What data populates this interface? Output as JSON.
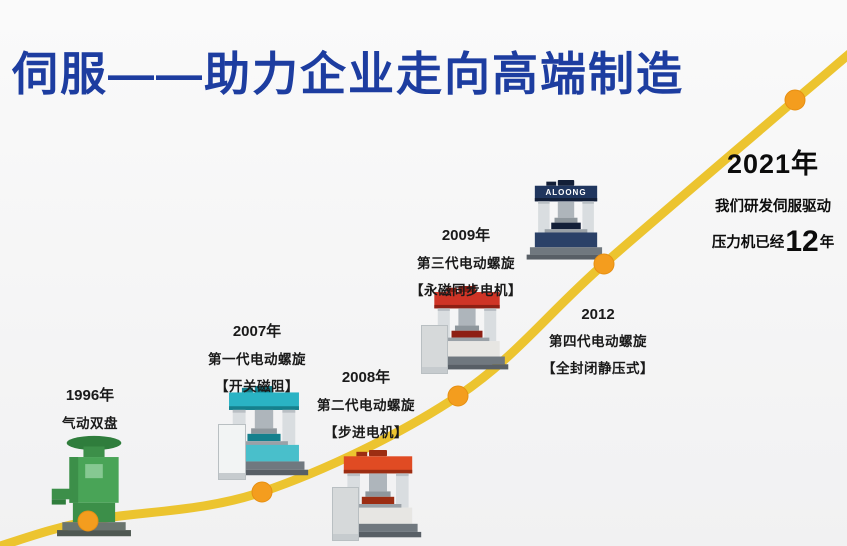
{
  "page": {
    "title": "伺服——助力企业走向高端制造"
  },
  "colors": {
    "background": "#f4f4f5",
    "title": "#1d3da0",
    "curve": "#ecc42f",
    "dot": "#f49d1e",
    "text": "#1a1a1a"
  },
  "milestones": [
    {
      "year": "1996年",
      "lines": [
        "气动双盘"
      ],
      "machine": "pneumatic-double-disc-press",
      "machine_color": "#49a457"
    },
    {
      "year": "2007年",
      "lines": [
        "第一代电动螺旋",
        "【开关磁阻】"
      ],
      "machine": "first-gen-electric-screw-press",
      "machine_color": "#2ab3c4"
    },
    {
      "year": "2008年",
      "lines": [
        "第二代电动螺旋",
        "【步进电机】"
      ],
      "machine": "second-gen-electric-screw-press",
      "machine_color": "#e04b23"
    },
    {
      "year": "2009年",
      "lines": [
        "第三代电动螺旋",
        "【永磁同步电机】"
      ],
      "machine": "third-gen-electric-screw-press",
      "machine_color": "#cf3426"
    },
    {
      "year": "2012",
      "lines": [
        "第四代电动螺旋",
        "【全封闭静压式】"
      ],
      "machine": "fourth-gen-electric-screw-press",
      "machine_color": "#20365e",
      "machine_brand": "ALOONG"
    }
  ],
  "highlight": {
    "year": "2021年",
    "line1": "我们研发伺服驱动",
    "line2_prefix": "压力机已经",
    "line2_number": "12",
    "line2_suffix": "年"
  }
}
